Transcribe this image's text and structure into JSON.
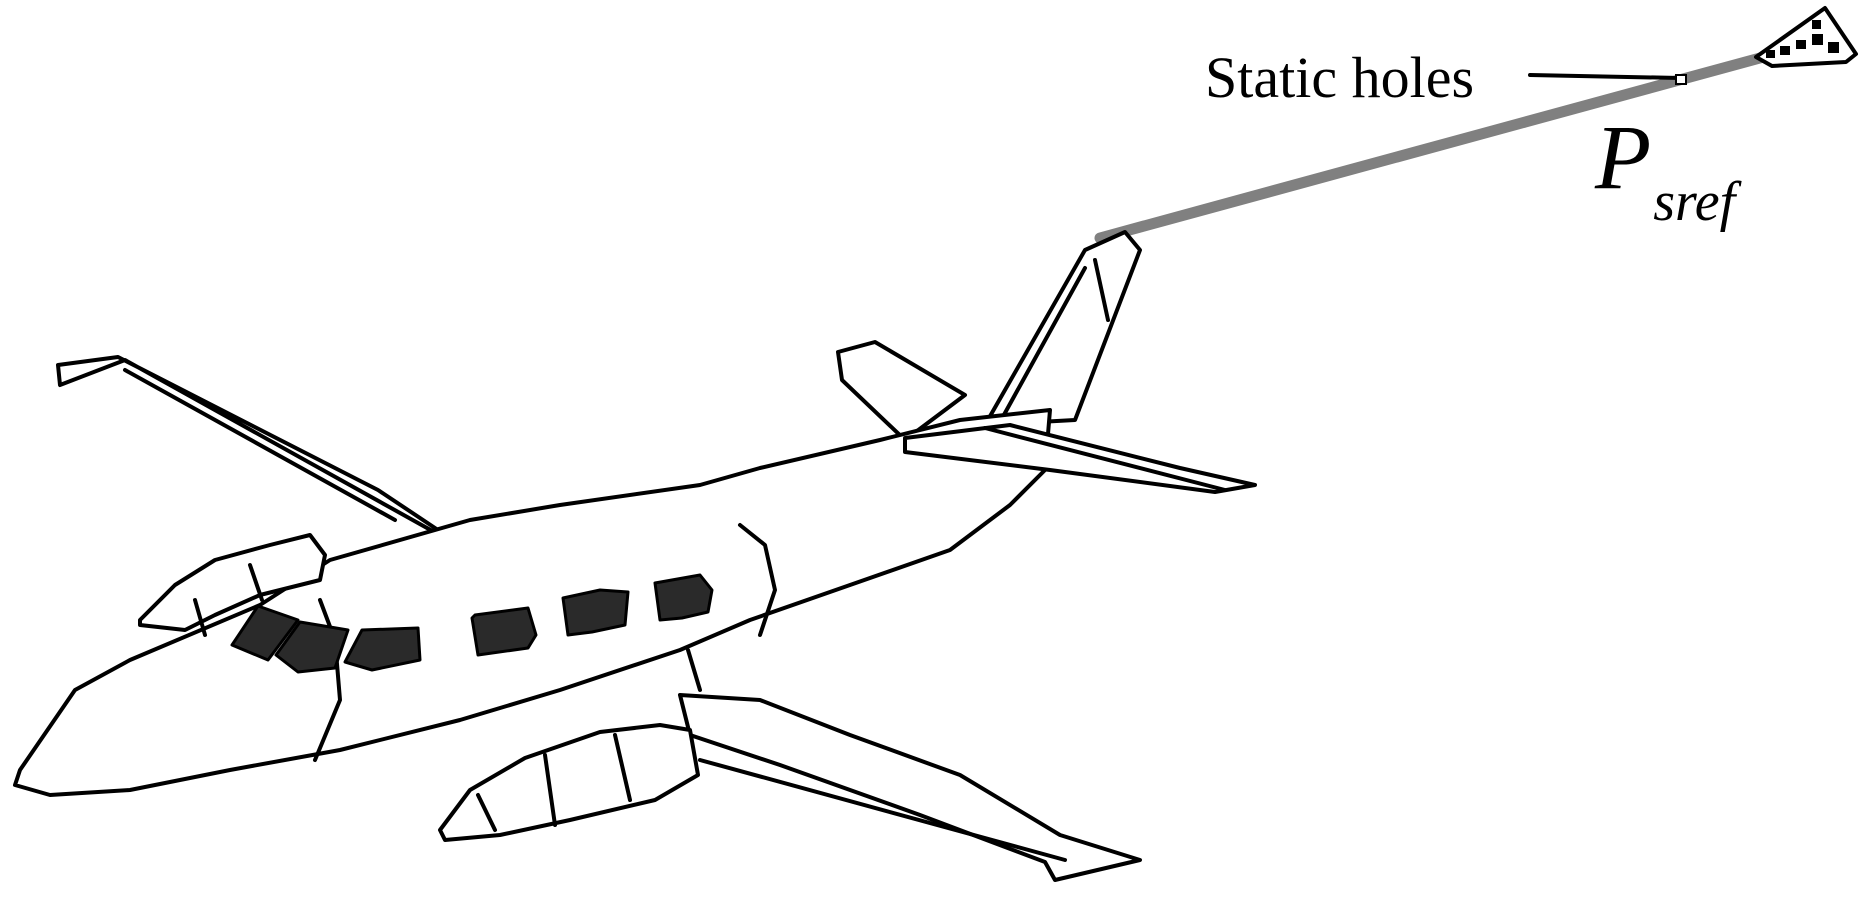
{
  "labels": {
    "static_holes": "Static holes",
    "pressure_symbol": "P",
    "pressure_subscript": "sref"
  },
  "colors": {
    "ink": "#000000",
    "trailing_line": "#808080",
    "window_fill": "#2a2a2a",
    "background": "#ffffff"
  }
}
